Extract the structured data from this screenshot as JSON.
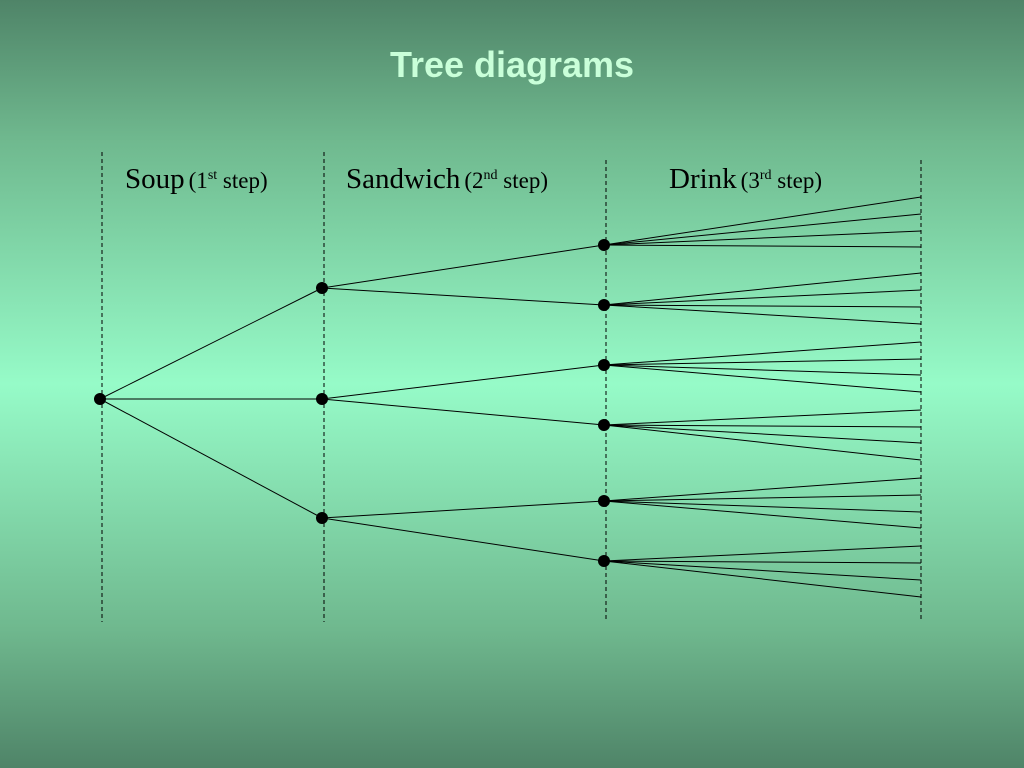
{
  "title": "Tree diagrams",
  "columns": [
    {
      "name": "Soup",
      "step_prefix": "(1",
      "step_ordinal": "st",
      "step_suffix": " step)"
    },
    {
      "name": "Sandwich",
      "step_prefix": "(2",
      "step_ordinal": "nd",
      "step_suffix": " step)"
    },
    {
      "name": "Drink",
      "step_prefix": "(3",
      "step_ordinal": "rd",
      "step_suffix": " step)"
    }
  ],
  "tree": {
    "soup_choices": 3,
    "sandwich_choices_per_soup": 2,
    "drink_choices_per_sandwich": 4
  }
}
